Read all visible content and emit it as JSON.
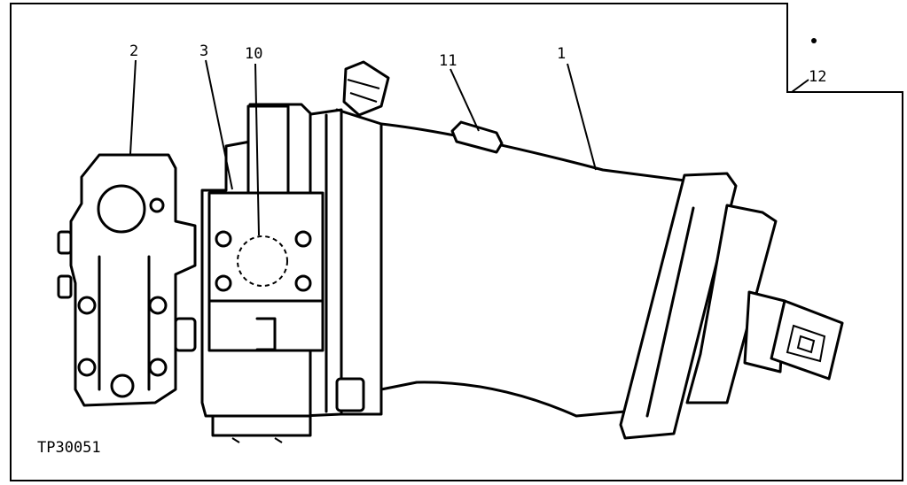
{
  "figure_id": "TP30051",
  "callouts": [
    {
      "id": "c1",
      "text": "1"
    },
    {
      "id": "c2",
      "text": "2"
    },
    {
      "id": "c3",
      "text": "3"
    },
    {
      "id": "c10",
      "text": "10"
    },
    {
      "id": "c11",
      "text": "11"
    },
    {
      "id": "c12",
      "text": "12"
    }
  ]
}
